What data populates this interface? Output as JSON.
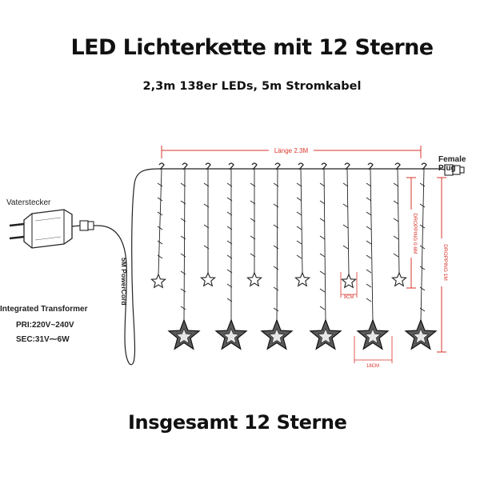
{
  "header": {
    "title": "LED Lichterkette mit 12 Sterne",
    "subtitle": "2,3m 138er LEDs, 5m Stromkabel"
  },
  "footer": {
    "text": "Insgesamt 12 Sterne"
  },
  "labels": {
    "length": "Länge 2.3M",
    "female_plug": "Female Plug",
    "male_plug": "Vaterstecker",
    "power_cord": "5M PowerCord",
    "dropping_short": "DROPPING 0.6M",
    "dropping_long": "DROPPING 1M",
    "small_star_size": "9CM",
    "big_star_size": "18CM"
  },
  "transformer": {
    "name": "Integrated Transformer",
    "pri": "PRI:220V~240V",
    "sec": "SEC:31V⁓6W"
  },
  "colors": {
    "dimension_red": "#d9342b",
    "line": "#222222"
  }
}
